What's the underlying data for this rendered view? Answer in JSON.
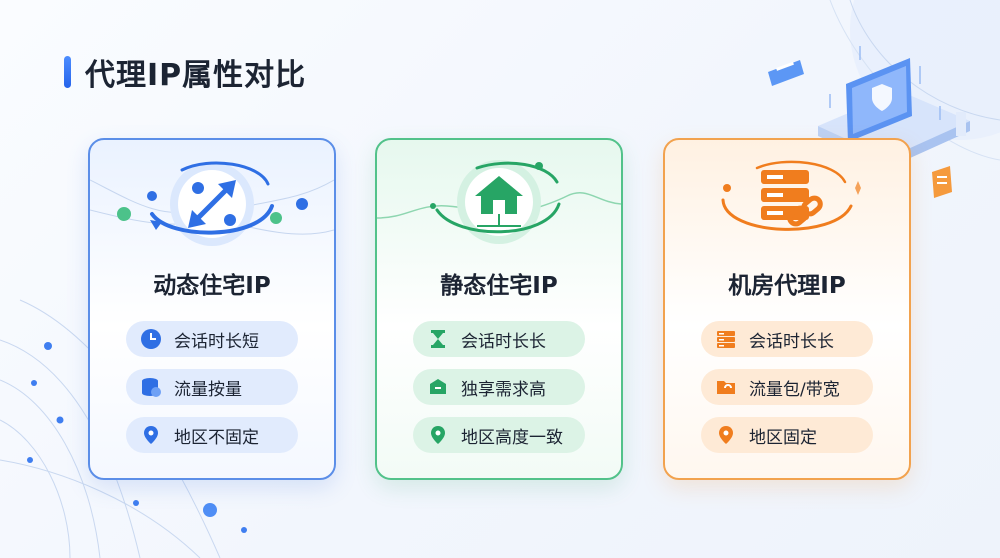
{
  "page": {
    "title": "代理IP属性对比"
  },
  "cards": [
    {
      "title": "动态住宅IP",
      "accent": "#2f6fe4",
      "features": [
        {
          "label": "会话时长短",
          "icon": "clock-icon"
        },
        {
          "label": "流量按量",
          "icon": "database-icon"
        },
        {
          "label": "地区不固定",
          "icon": "location-pin-icon"
        }
      ]
    },
    {
      "title": "静态住宅IP",
      "accent": "#27a565",
      "features": [
        {
          "label": "会话时长长",
          "icon": "hourglass-icon"
        },
        {
          "label": "独享需求高",
          "icon": "box-icon"
        },
        {
          "label": "地区高度一致",
          "icon": "location-pin-icon"
        }
      ]
    },
    {
      "title": "机房代理IP",
      "accent": "#f07d1e",
      "features": [
        {
          "label": "会话时长长",
          "icon": "server-icon"
        },
        {
          "label": "流量包/带宽",
          "icon": "folder-icon"
        },
        {
          "label": "地区固定",
          "icon": "location-pin-icon"
        }
      ]
    }
  ]
}
